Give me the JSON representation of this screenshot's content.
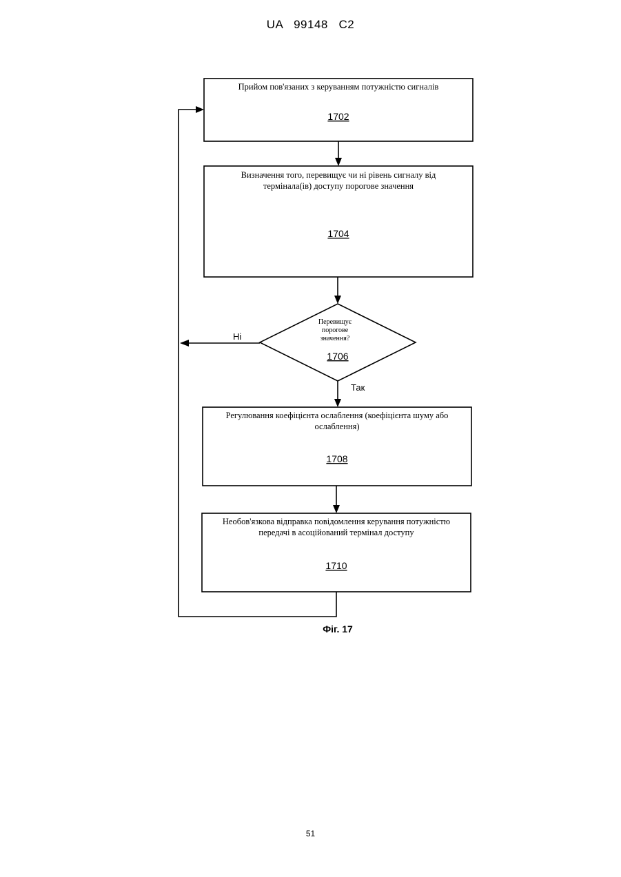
{
  "header": {
    "doc_id": "UA   99148   C2"
  },
  "page_number": "51",
  "diagram": {
    "nodes": {
      "n1702": {
        "lines": [
          "Прийом пов'язаних з керуванням потужністю сигналів"
        ],
        "ref": "1702"
      },
      "n1704": {
        "lines": [
          "Визначення того, перевищує чи ні рівень сигналу від",
          "термінала(ів) доступу порогове значення"
        ],
        "ref": "1704"
      },
      "n1706": {
        "lines": [
          "Перевищує",
          "порогове",
          "значення?"
        ],
        "ref": "1706"
      },
      "n1708": {
        "lines": [
          "Регулювання коефіцієнта ослаблення (коефіцієнта шуму або",
          "ослаблення)"
        ],
        "ref": "1708"
      },
      "n1710": {
        "lines": [
          "Необов'язкова відправка повідомлення керування потужністю",
          "передачі в асоційований термінал доступу"
        ],
        "ref": "1710"
      }
    },
    "edges": {
      "no_label": "Ні",
      "yes_label": "Так"
    },
    "caption": "Фіг. 17"
  }
}
